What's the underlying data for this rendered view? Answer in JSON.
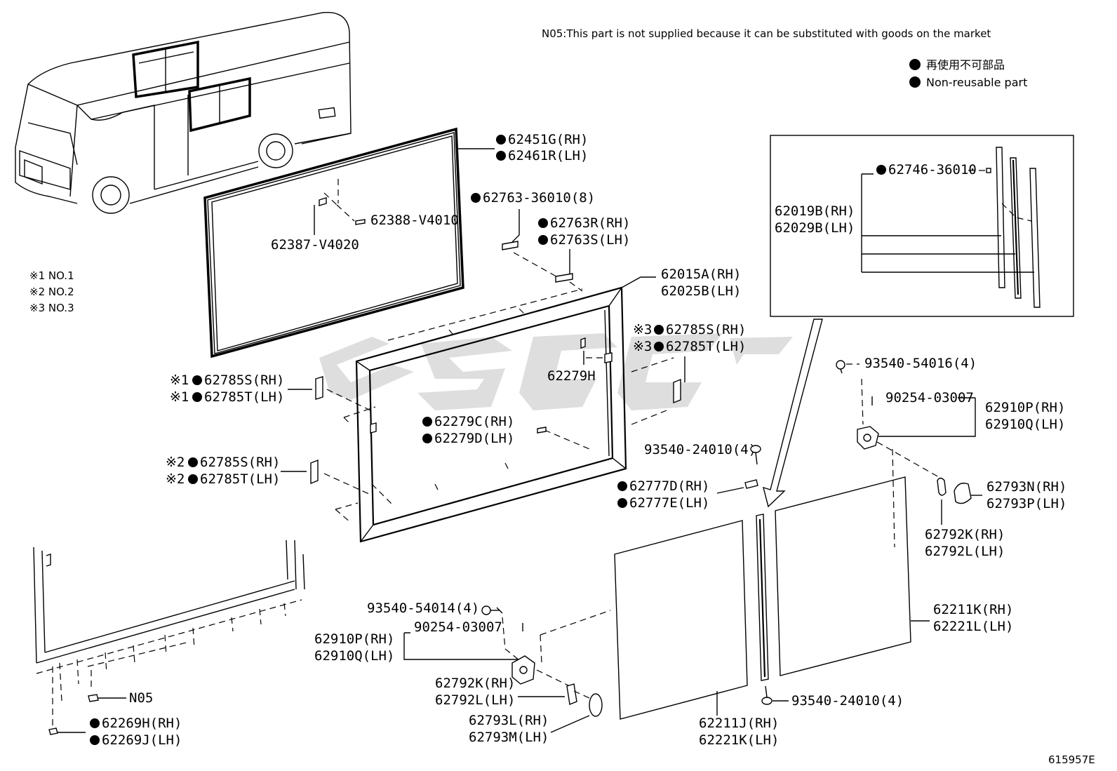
{
  "note": "N05:This part is not supplied because it can be substituted with goods on the market",
  "legend": {
    "jp": "再使用不可部品",
    "en": "Non-reusable part"
  },
  "group_refs": [
    "※1  NO.1",
    "※2  NO.2",
    "※3  NO.3"
  ],
  "ref_marks": {
    "m1": "※1",
    "m2": "※2",
    "m3": "※3"
  },
  "parts": {
    "p62451G": "62451G(RH)",
    "p62461R": "62461R(LH)",
    "p62763_36010": "62763-36010(8)",
    "p62388": "62388-V4010",
    "p62387": "62387-V4020",
    "p62763R": "62763R(RH)",
    "p62763S": "62763S(LH)",
    "p62015A": "62015A(RH)",
    "p62025B": "62025B(LH)",
    "p62785S_3": "62785S(RH)",
    "p62785T_3": "62785T(LH)",
    "p62279H": "62279H",
    "p62785S_1": "62785S(RH)",
    "p62785T_1": "62785T(LH)",
    "p62279C": "62279C(RH)",
    "p62279D": "62279D(LH)",
    "p62785S_2": "62785S(RH)",
    "p62785T_2": "62785T(LH)",
    "p62746": "62746-36010",
    "p62019B": "62019B(RH)",
    "p62029B": "62029B(LH)",
    "p93540_54016": "93540-54016(4)",
    "p90254_a": "90254-03007",
    "p62910P_a": "62910P(RH)",
    "p62910Q_a": "62910Q(LH)",
    "p93540_24010_a": "93540-24010(4)",
    "p62777D": "62777D(RH)",
    "p62777E": "62777E(LH)",
    "p62793N": "62793N(RH)",
    "p62793P": "62793P(LH)",
    "p62792K_a": "62792K(RH)",
    "p62792L_a": "62792L(LH)",
    "p62211K": "62211K(RH)",
    "p62221L": "62221L(LH)",
    "p93540_54014": "93540-54014(4)",
    "p90254_b": "90254-03007",
    "p62910P_b": "62910P(RH)",
    "p62910Q_b": "62910Q(LH)",
    "p62792K_b": "62792K(RH)",
    "p62792L_b": "62792L(LH)",
    "p62793L": "62793L(RH)",
    "p62793M": "62793M(LH)",
    "p62211J": "62211J(RH)",
    "p62221K": "62221K(LH)",
    "p93540_24010_b": "93540-24010(4)",
    "pN05": "N05",
    "p62269H": "62269H(RH)",
    "p62269J": "62269J(LH)"
  },
  "figure_id": "615957E"
}
